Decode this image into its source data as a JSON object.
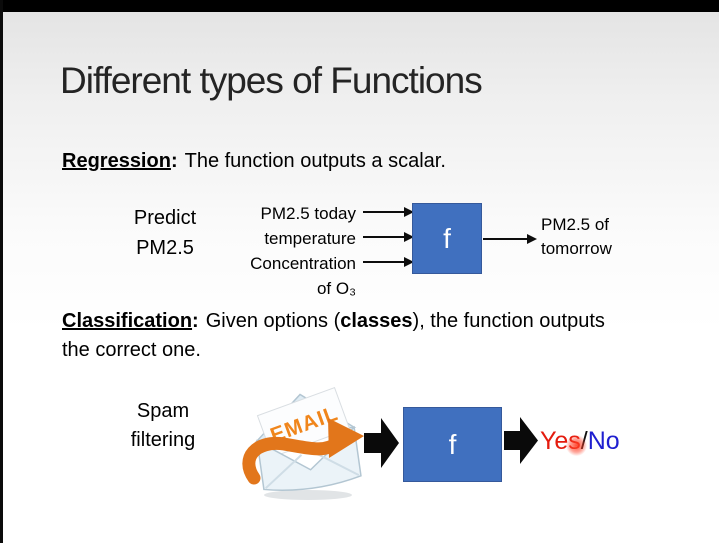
{
  "slide": {
    "title": "Different types of Functions",
    "regression": {
      "heading": "Regression",
      "heading_colon": ":",
      "description": "The function outputs a scalar.",
      "example": {
        "label_line1": "Predict",
        "label_line2": "PM2.5",
        "inputs": [
          "PM2.5 today",
          "temperature",
          "Concentration",
          "of O₃"
        ],
        "function_symbol": "f",
        "output_line1": "PM2.5 of",
        "output_line2": "tomorrow"
      }
    },
    "classification": {
      "heading": "Classification",
      "heading_colon": ":",
      "description_pre": "Given options (",
      "description_bold": "classes",
      "description_post": "), the function outputs",
      "description_line2": "the correct one.",
      "example": {
        "label_line1": "Spam",
        "label_line2": "filtering",
        "email_stamp_text": "EMAIL",
        "function_symbol": "f",
        "output_yes": "Yes",
        "output_separator": "/",
        "output_no": "No"
      }
    },
    "colors": {
      "function_box_blue": "#4070bf",
      "yes_red": "#e41b0e",
      "no_blue": "#1f1fd0",
      "slash_black": "#111111",
      "email_orange": "#e2761b"
    }
  }
}
